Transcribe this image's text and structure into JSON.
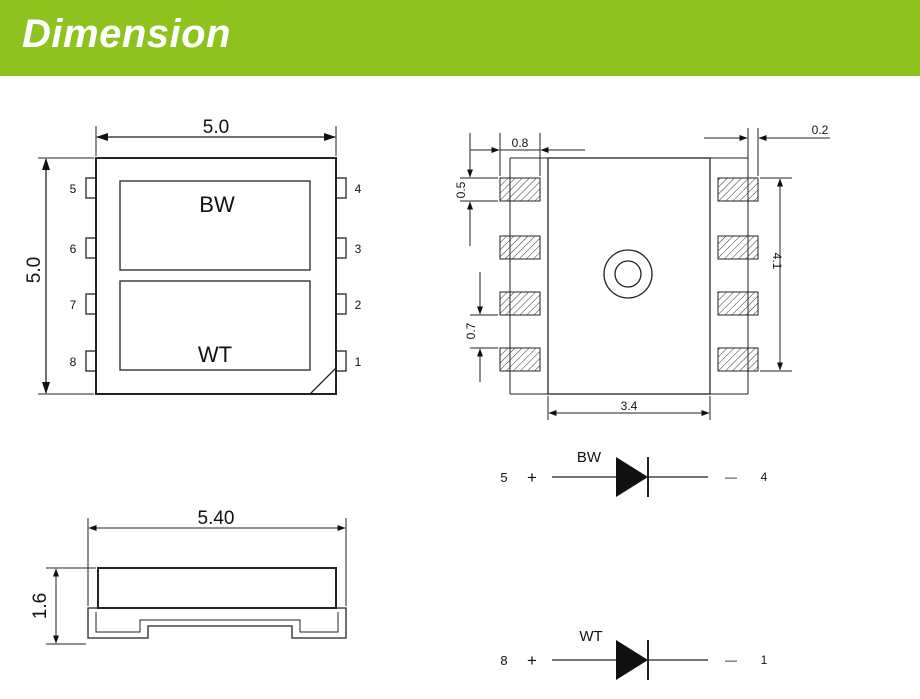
{
  "header": {
    "title": "Dimension",
    "background": "#8ec21f"
  },
  "top_view": {
    "width_label": "5.0",
    "height_label": "5.0",
    "die_upper_label": "BW",
    "die_lower_label": "WT",
    "left_pins": [
      "5",
      "6",
      "7",
      "8"
    ],
    "right_pins": [
      "4",
      "3",
      "2",
      "1"
    ]
  },
  "bottom_view": {
    "pad_width_label": "0.8",
    "pad_height_label": "0.5",
    "pad_pitch_label": "0.7",
    "pad_gap_label": "0.2",
    "pad_span_label": "4.1",
    "body_width_label": "3.4"
  },
  "side_view": {
    "width_label": "5.40",
    "height_label": "1.6"
  },
  "circuit": {
    "bw": {
      "label": "BW",
      "anode_pin": "5",
      "cathode_pin": "4",
      "plus": "+",
      "minus": "—"
    },
    "wt": {
      "label": "WT",
      "anode_pin": "8",
      "cathode_pin": "1",
      "plus": "+",
      "minus": "—"
    }
  }
}
